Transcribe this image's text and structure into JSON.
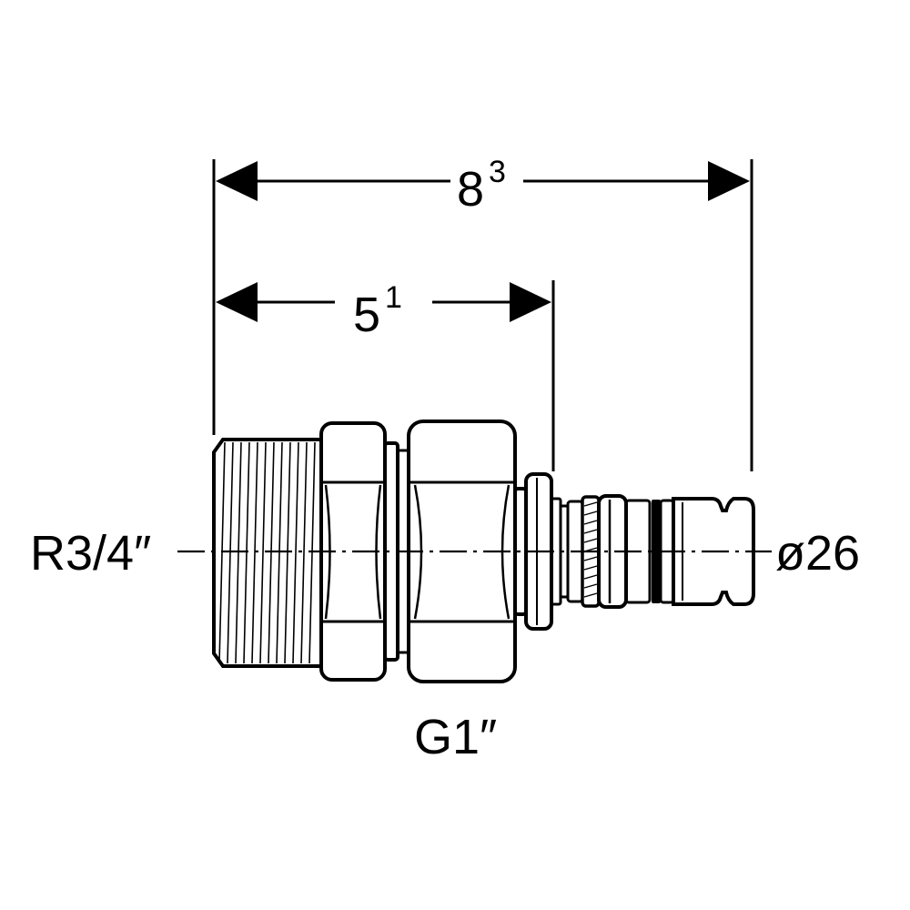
{
  "dimensions": {
    "overall_length": {
      "value": "8",
      "sup": "3"
    },
    "insertion_length": {
      "value": "5",
      "sup": "1"
    }
  },
  "labels": {
    "thread_left": "R3/4″",
    "pipe_diameter": "ø26",
    "union_thread": "G1″"
  },
  "colors": {
    "stroke": "#000000",
    "background": "#ffffff"
  }
}
